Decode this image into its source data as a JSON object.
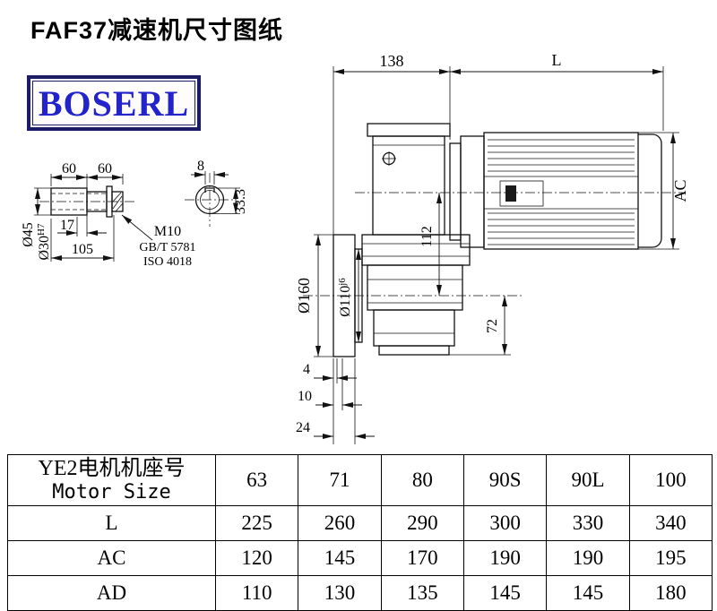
{
  "page": {
    "title": "FAF37减速机尺寸图纸",
    "brand": "BOSERL"
  },
  "drawing": {
    "top": {
      "d138": "138",
      "L": "L"
    },
    "motor": {
      "AC": "AC"
    },
    "gearbox": {
      "d112": "112",
      "d72": "72"
    },
    "flange": {
      "dia160": "Ø160",
      "dia110": "Ø110",
      "dia110_tol": "j6"
    },
    "bottom": {
      "d4": "4",
      "d10": "10",
      "d24": "24"
    },
    "shaft": {
      "d60a": "60",
      "d60b": "60",
      "d17": "17",
      "d105": "105",
      "dia45": "Ø45",
      "dia30": "Ø30",
      "dia30_tol": "H7",
      "thread": "M10",
      "std1": "GB/T 5781",
      "std2": "ISO 4018"
    },
    "end_view": {
      "key_w": "8",
      "d33": "33.3"
    }
  },
  "table": {
    "header": {
      "label_cn": "YE2电机机座号",
      "label_en": "Motor Size"
    },
    "motor_sizes": [
      "63",
      "71",
      "80",
      "90S",
      "90L",
      "100"
    ],
    "rows": [
      {
        "label": "L",
        "values": [
          "225",
          "260",
          "290",
          "300",
          "330",
          "340"
        ]
      },
      {
        "label": "AC",
        "values": [
          "120",
          "145",
          "170",
          "190",
          "190",
          "195"
        ]
      },
      {
        "label": "AD",
        "values": [
          "110",
          "130",
          "135",
          "145",
          "145",
          "180"
        ]
      }
    ]
  }
}
